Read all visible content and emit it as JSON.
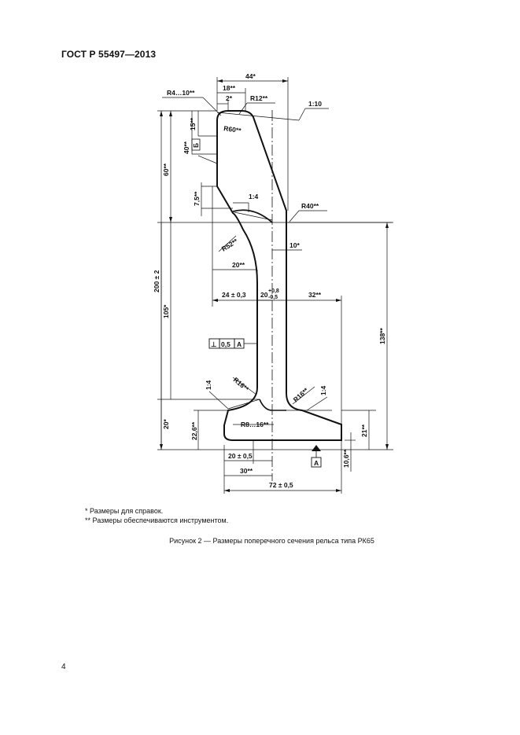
{
  "document": {
    "header": "ГОСТ Р 55497—2013",
    "page_number": "4"
  },
  "figure": {
    "caption": "Рисунок 2 — Размеры поперечного сечения рельса типа РК65",
    "notes": [
      "* Размеры для справок.",
      "** Размеры обеспечиваются инструментом."
    ],
    "dimensions": {
      "width_44": "44*",
      "width_18": "18**",
      "width_2": "2*",
      "radius_4_10": "R4…10**",
      "radius_12": "R12**",
      "slope_top": "1:10",
      "radius_60": "R60**",
      "height_15": "15**",
      "height_40": "40**",
      "label_b": "Б",
      "height_60": "60**",
      "height_7_5": "7,5**",
      "slope_head": "1:4",
      "radius_40": "R40**",
      "radius_52": "R52**",
      "width_10": "10*",
      "width_20": "20**",
      "width_24": "24 ± 0,3",
      "web_20": "20",
      "web_tol_plus": "+0,8",
      "web_tol_minus": "-0,5",
      "width_32": "32**",
      "height_200": "200 ± 2",
      "height_105": "105*",
      "height_138": "138**",
      "tolerance_symbol": "⊥",
      "tolerance_value": "0,5",
      "datum_ref": "A",
      "slope_base_left": "1:4",
      "radius_16_left": "R16**",
      "radius_16_right": "R16**",
      "slope_base_right": "1:4",
      "height_20": "20*",
      "height_22_6": "22,6**",
      "radius_8_16": "R8…16**",
      "height_21": "21**",
      "base_20": "20 ± 0,5",
      "base_30": "30**",
      "base_72": "72 ± 0,5",
      "height_10_6": "10,6**",
      "datum_label": "A"
    }
  }
}
